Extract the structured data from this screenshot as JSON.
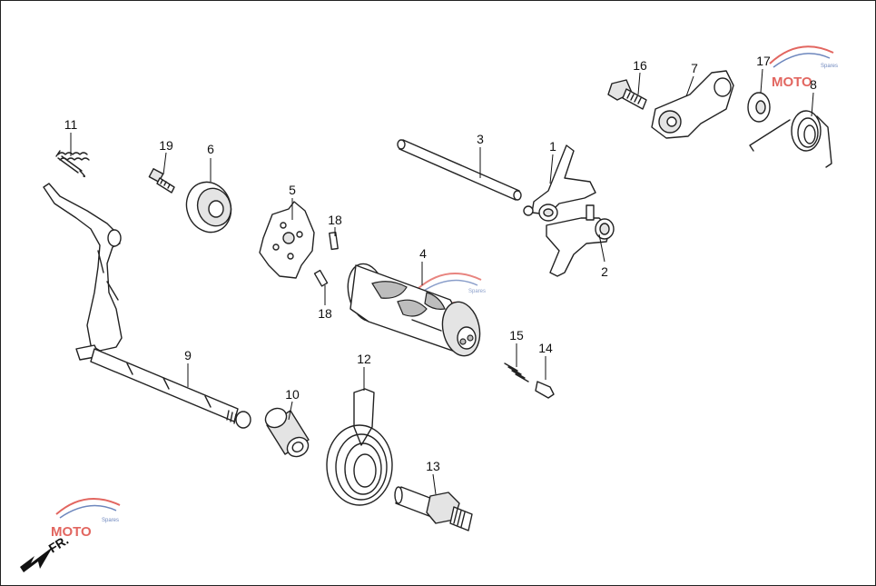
{
  "callouts": [
    {
      "id": "p1",
      "text": "1"
    },
    {
      "id": "p2",
      "text": "2"
    },
    {
      "id": "p3",
      "text": "3"
    },
    {
      "id": "p4",
      "text": "4"
    },
    {
      "id": "p5",
      "text": "5"
    },
    {
      "id": "p6",
      "text": "6"
    },
    {
      "id": "p7",
      "text": "7"
    },
    {
      "id": "p8",
      "text": "8"
    },
    {
      "id": "p9",
      "text": "9"
    },
    {
      "id": "p10",
      "text": "10"
    },
    {
      "id": "p11",
      "text": "11"
    },
    {
      "id": "p12",
      "text": "12"
    },
    {
      "id": "p13",
      "text": "13"
    },
    {
      "id": "p14",
      "text": "14"
    },
    {
      "id": "p15",
      "text": "15"
    },
    {
      "id": "p16",
      "text": "16"
    },
    {
      "id": "p17",
      "text": "17"
    },
    {
      "id": "p18a",
      "text": "18"
    },
    {
      "id": "p18b",
      "text": "18"
    },
    {
      "id": "p19",
      "text": "19"
    }
  ],
  "direction_label": "FR.",
  "watermark": {
    "text": "MOTO",
    "sub": "Spares",
    "color_red": "#d9342b",
    "color_blue": "#3d5fa8"
  }
}
